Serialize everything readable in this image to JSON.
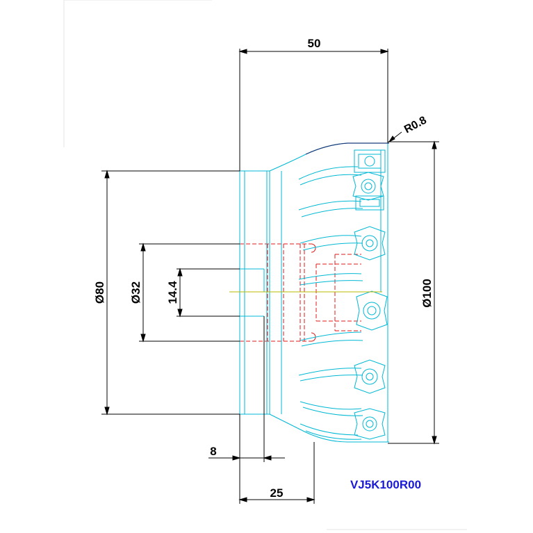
{
  "drawing": {
    "part_code": "VJ5K100R00",
    "dimensions": {
      "length_total": "50",
      "corner_radius": "R0.8",
      "diameter_cutter": "Ø100",
      "diameter_hub": "Ø80",
      "diameter_bore": "Ø32",
      "keyway_width": "14.4",
      "key_depth": "8",
      "hub_length": "25"
    },
    "colors": {
      "outline": "#00b8d4",
      "hidden_lines": "#e01818",
      "dimension_lines": "#000000",
      "part_code": "#1a1ad6",
      "centerline": "#b8b800"
    },
    "insert_count": 7
  }
}
